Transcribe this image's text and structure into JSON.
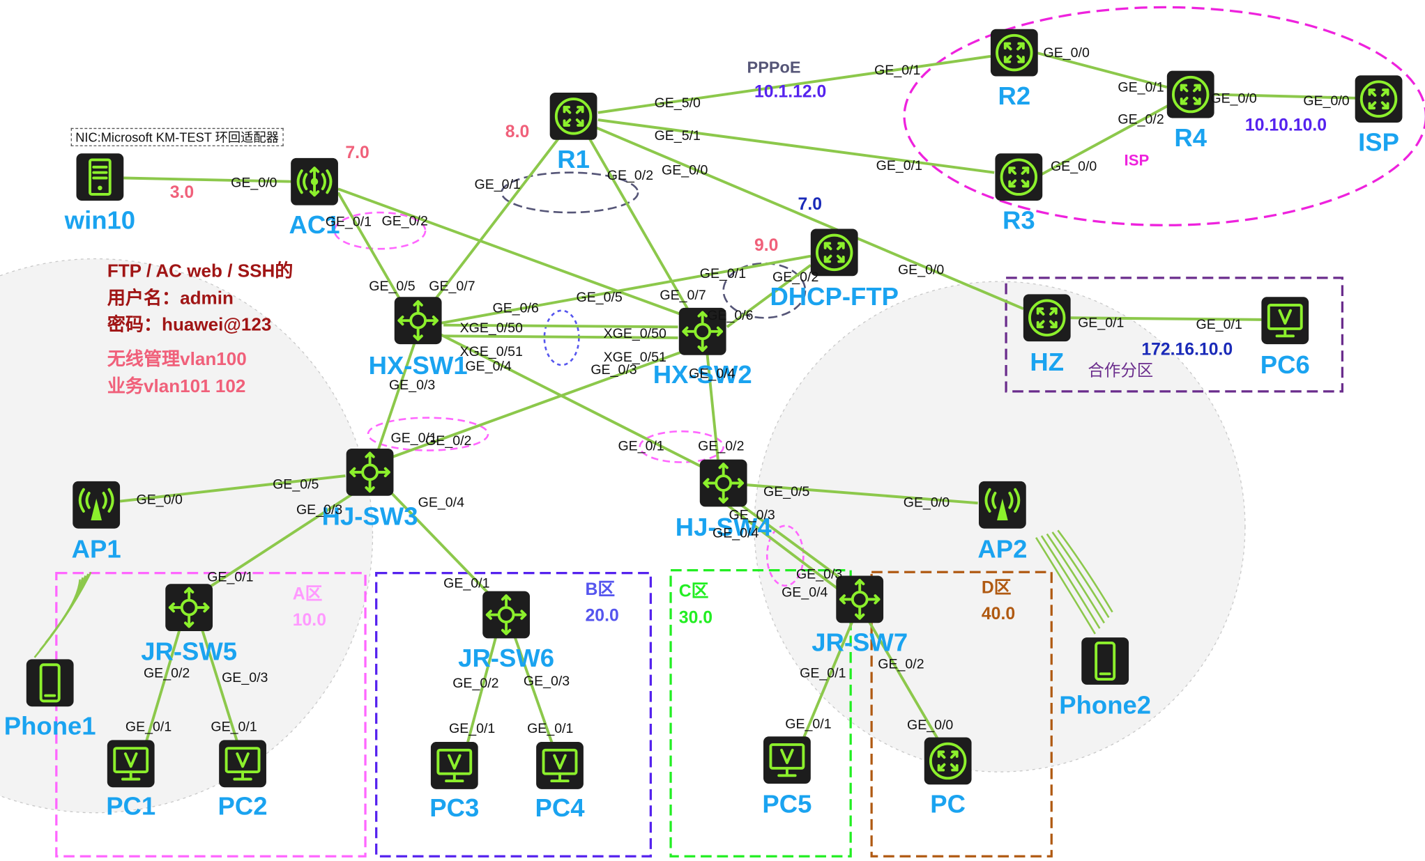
{
  "nic_note": "NIC:Microsoft KM-TEST 环回适配器",
  "credentials": {
    "line1": "FTP / AC web / SSH的",
    "line2": "用户名：admin",
    "line3": "密码：huawei@123"
  },
  "wireless_note": {
    "line1": "无线管理vlan100",
    "line2": "业务vlan101 102"
  },
  "pppoe_label": "PPPoE",
  "isp_region_label": "ISP",
  "partner_zone_label": "合作分区",
  "nodes": [
    {
      "id": "R1",
      "label": "R1",
      "type": "router"
    },
    {
      "id": "R2",
      "label": "R2",
      "type": "router"
    },
    {
      "id": "R3",
      "label": "R3",
      "type": "router"
    },
    {
      "id": "R4",
      "label": "R4",
      "type": "router"
    },
    {
      "id": "ISP",
      "label": "ISP",
      "type": "router"
    },
    {
      "id": "AC1",
      "label": "AC1",
      "type": "ac"
    },
    {
      "id": "win10",
      "label": "win10",
      "type": "server"
    },
    {
      "id": "DHCP-FTP",
      "label": "DHCP-FTP",
      "type": "router"
    },
    {
      "id": "HZ",
      "label": "HZ",
      "type": "router"
    },
    {
      "id": "PC6",
      "label": "PC6",
      "type": "pc"
    },
    {
      "id": "HX-SW1",
      "label": "HX-SW1",
      "type": "switch"
    },
    {
      "id": "HX-SW2",
      "label": "HX-SW2",
      "type": "switch"
    },
    {
      "id": "HJ-SW3",
      "label": "HJ-SW3",
      "type": "switch"
    },
    {
      "id": "HJ-SW4",
      "label": "HJ-SW4",
      "type": "switch"
    },
    {
      "id": "AP1",
      "label": "AP1",
      "type": "ap"
    },
    {
      "id": "AP2",
      "label": "AP2",
      "type": "ap"
    },
    {
      "id": "JR-SW5",
      "label": "JR-SW5",
      "type": "switch"
    },
    {
      "id": "JR-SW6",
      "label": "JR-SW6",
      "type": "switch"
    },
    {
      "id": "JR-SW7",
      "label": "JR-SW7",
      "type": "switch"
    },
    {
      "id": "Phone1",
      "label": "Phone1",
      "type": "phone"
    },
    {
      "id": "Phone2",
      "label": "Phone2",
      "type": "phone"
    },
    {
      "id": "PC1",
      "label": "PC1",
      "type": "pc"
    },
    {
      "id": "PC2",
      "label": "PC2",
      "type": "pc"
    },
    {
      "id": "PC3",
      "label": "PC3",
      "type": "pc"
    },
    {
      "id": "PC4",
      "label": "PC4",
      "type": "pc"
    },
    {
      "id": "PC5",
      "label": "PC5",
      "type": "pc"
    },
    {
      "id": "PC",
      "label": "PC",
      "type": "router"
    }
  ],
  "links": [
    {
      "from": "R1",
      "to": "R2",
      "from_port": "GE_5/0",
      "to_port": "GE_0/1"
    },
    {
      "from": "R1",
      "to": "R3",
      "from_port": "GE_5/1",
      "to_port": "GE_0/1"
    },
    {
      "from": "R1",
      "to": "HX-SW1",
      "from_port": "GE_0/1",
      "to_port": "GE_0/7"
    },
    {
      "from": "R1",
      "to": "HX-SW2",
      "from_port": "GE_0/2",
      "to_port": "GE_0/7"
    },
    {
      "from": "R1",
      "to": "HZ",
      "from_port": "GE_0/0",
      "to_port": "GE_0/0"
    },
    {
      "from": "R2",
      "to": "R4",
      "from_port": "GE_0/0",
      "to_port": "GE_0/1"
    },
    {
      "from": "R3",
      "to": "R4",
      "from_port": "GE_0/0",
      "to_port": "GE_0/2"
    },
    {
      "from": "R4",
      "to": "ISP",
      "from_port": "GE_0/0",
      "to_port": "GE_0/0"
    },
    {
      "from": "win10",
      "to": "AC1",
      "from_port": "",
      "to_port": "GE_0/0"
    },
    {
      "from": "AC1",
      "to": "HX-SW1",
      "from_port": "GE_0/1",
      "to_port": "GE_0/5"
    },
    {
      "from": "AC1",
      "to": "HX-SW2",
      "from_port": "GE_0/2",
      "to_port": "GE_0/5"
    },
    {
      "from": "DHCP-FTP",
      "to": "HX-SW1",
      "from_port": "GE_0/1",
      "to_port": "GE_0/6"
    },
    {
      "from": "DHCP-FTP",
      "to": "HX-SW2",
      "from_port": "GE_0/2",
      "to_port": "GE_0/6"
    },
    {
      "from": "HX-SW1",
      "to": "HX-SW2",
      "from_port": "XGE_0/50",
      "to_port": "XGE_0/50"
    },
    {
      "from": "HX-SW1",
      "to": "HX-SW2",
      "from_port": "XGE_0/51",
      "to_port": "XGE_0/51"
    },
    {
      "from": "HX-SW1",
      "to": "HJ-SW3",
      "from_port": "GE_0/3",
      "to_port": "GE_0/1"
    },
    {
      "from": "HX-SW1",
      "to": "HJ-SW4",
      "from_port": "GE_0/4",
      "to_port": "GE_0/1"
    },
    {
      "from": "HX-SW2",
      "to": "HJ-SW3",
      "from_port": "GE_0/3",
      "to_port": "GE_0/2"
    },
    {
      "from": "HX-SW2",
      "to": "HJ-SW4",
      "from_port": "GE_0/4",
      "to_port": "GE_0/2"
    },
    {
      "from": "HJ-SW3",
      "to": "AP1",
      "from_port": "GE_0/5",
      "to_port": "GE_0/0"
    },
    {
      "from": "HJ-SW3",
      "to": "JR-SW5",
      "from_port": "GE_0/3",
      "to_port": "GE_0/1"
    },
    {
      "from": "HJ-SW3",
      "to": "JR-SW6",
      "from_port": "GE_0/4",
      "to_port": "GE_0/1"
    },
    {
      "from": "HJ-SW4",
      "to": "AP2",
      "from_port": "GE_0/5",
      "to_port": "GE_0/0"
    },
    {
      "from": "HJ-SW4",
      "to": "JR-SW7",
      "from_port": "GE_0/3",
      "to_port": "GE_0/3"
    },
    {
      "from": "HJ-SW4",
      "to": "JR-SW7",
      "from_port": "GE_0/4",
      "to_port": "GE_0/4"
    },
    {
      "from": "JR-SW5",
      "to": "PC1",
      "from_port": "GE_0/2",
      "to_port": "GE_0/1"
    },
    {
      "from": "JR-SW5",
      "to": "PC2",
      "from_port": "GE_0/3",
      "to_port": "GE_0/1"
    },
    {
      "from": "JR-SW6",
      "to": "PC3",
      "from_port": "GE_0/2",
      "to_port": "GE_0/1"
    },
    {
      "from": "JR-SW6",
      "to": "PC4",
      "from_port": "GE_0/3",
      "to_port": "GE_0/1"
    },
    {
      "from": "JR-SW7",
      "to": "PC5",
      "from_port": "GE_0/1",
      "to_port": "GE_0/1"
    },
    {
      "from": "JR-SW7",
      "to": "PC",
      "from_port": "GE_0/2",
      "to_port": "GE_0/0"
    },
    {
      "from": "HZ",
      "to": "PC6",
      "from_port": "GE_0/1",
      "to_port": "GE_0/1"
    }
  ],
  "subnets": [
    {
      "id": "pppoe",
      "text": "10.1.12.0"
    },
    {
      "id": "isp",
      "text": "10.10.10.0"
    },
    {
      "id": "r1",
      "text": "8.0"
    },
    {
      "id": "ac",
      "text": "7.0"
    },
    {
      "id": "win10",
      "text": "3.0"
    },
    {
      "id": "core",
      "text": "7.0"
    },
    {
      "id": "dhcp",
      "text": "9.0"
    },
    {
      "id": "partner",
      "text": "172.16.10.0"
    }
  ],
  "zones": [
    {
      "id": "A",
      "name": "A区",
      "subnet": "10.0",
      "color": "#ff66ff"
    },
    {
      "id": "B",
      "name": "B区",
      "subnet": "20.0",
      "color": "#5522ee"
    },
    {
      "id": "C",
      "name": "C区",
      "subnet": "30.0",
      "color": "#22ee22"
    },
    {
      "id": "D",
      "name": "D区",
      "subnet": "40.0",
      "color": "#b05a12"
    }
  ],
  "colors": {
    "link": "#8cc84b",
    "device_bg": "#1d1d1d",
    "device_fg": "#8cf02c",
    "node_label": "#1aa3f0",
    "subnet_label": "#5522ee",
    "subnet_small": "#f0607a",
    "isp_region": "#ee22dd",
    "partner_region": "#6a2c8c",
    "credentials": "#a01515"
  }
}
